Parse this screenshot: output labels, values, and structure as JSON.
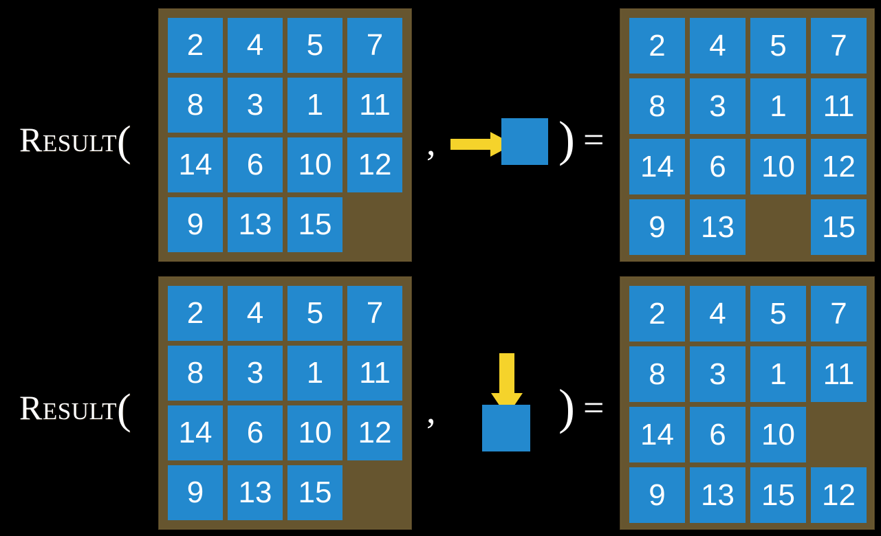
{
  "page": {
    "background_color": "#000000",
    "tile_color": "#2389ce",
    "board_color": "#66552f",
    "arrow_color": "#f5d32b",
    "text_color": "#ffffff"
  },
  "rows": [
    {
      "label": "Result",
      "open_paren": "(",
      "comma": ",",
      "close_paren": ")",
      "equals": "=",
      "move": {
        "direction": "right",
        "icon": "arrow-right-icon",
        "square_color": "#2389ce",
        "arrow_color": "#f5d32b"
      },
      "input_board": {
        "cells": [
          "2",
          "4",
          "5",
          "7",
          "8",
          "3",
          "1",
          "11",
          "14",
          "6",
          "10",
          "12",
          "9",
          "13",
          "15",
          ""
        ],
        "blank_index": 15
      },
      "output_board": {
        "cells": [
          "2",
          "4",
          "5",
          "7",
          "8",
          "3",
          "1",
          "11",
          "14",
          "6",
          "10",
          "12",
          "9",
          "13",
          "",
          "15"
        ],
        "blank_index": 14
      }
    },
    {
      "label": "Result",
      "open_paren": "(",
      "comma": ",",
      "close_paren": ")",
      "equals": "=",
      "move": {
        "direction": "down",
        "icon": "arrow-down-icon",
        "square_color": "#2389ce",
        "arrow_color": "#f5d32b"
      },
      "input_board": {
        "cells": [
          "2",
          "4",
          "5",
          "7",
          "8",
          "3",
          "1",
          "11",
          "14",
          "6",
          "10",
          "12",
          "9",
          "13",
          "15",
          ""
        ],
        "blank_index": 15
      },
      "output_board": {
        "cells": [
          "2",
          "4",
          "5",
          "7",
          "8",
          "3",
          "1",
          "11",
          "14",
          "6",
          "10",
          "",
          "9",
          "13",
          "15",
          "12"
        ],
        "blank_index": 11
      }
    }
  ]
}
